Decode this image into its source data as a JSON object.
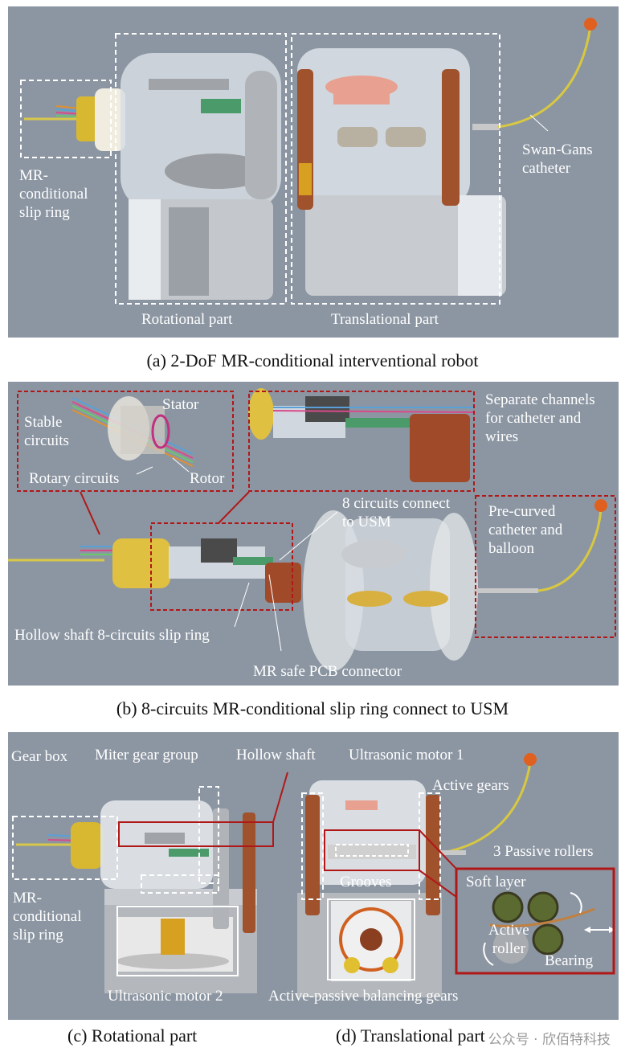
{
  "panel_a": {
    "caption": "(a) 2-DoF MR-conditional interventional robot",
    "labels": {
      "slip_ring": "MR-\nconditional\nslip ring",
      "rotational": "Rotational part",
      "translational": "Translational part",
      "catheter": "Swan-Gans\ncatheter"
    }
  },
  "panel_b": {
    "caption": "(b) 8-circuits MR-conditional slip ring connect to USM",
    "labels": {
      "stable": "Stable\ncircuits",
      "stator": "Stator",
      "rotary": "Rotary circuits",
      "rotor": "Rotor",
      "channels": "Separate channels\nfor catheter and\nwires",
      "circuits_usm": "8 circuits connect\nto USM",
      "precurved": "Pre-curved\ncatheter and\nballoon",
      "hollow_slip": "Hollow shaft 8-circuits slip ring",
      "pcb": "MR safe PCB connector"
    }
  },
  "panel_cd": {
    "caption_c": "(c) Rotational part",
    "caption_d": "(d) Translational part",
    "labels": {
      "gear_box": "Gear box",
      "miter": "Miter gear group",
      "hollow_shaft": "Hollow shaft",
      "usm1": "Ultrasonic motor 1",
      "active_gears": "Active gears",
      "passive_rollers": "3 Passive rollers",
      "slip_ring": "MR-\nconditional\nslip ring",
      "grooves": "Grooves",
      "soft_layer": "Soft layer",
      "active_roller": "Active\nroller",
      "bearing": "Bearing",
      "usm2": "Ultrasonic motor 2",
      "balancing": "Active-passive balancing gears"
    }
  },
  "watermark": "公众号 · 欣佰特科技"
}
